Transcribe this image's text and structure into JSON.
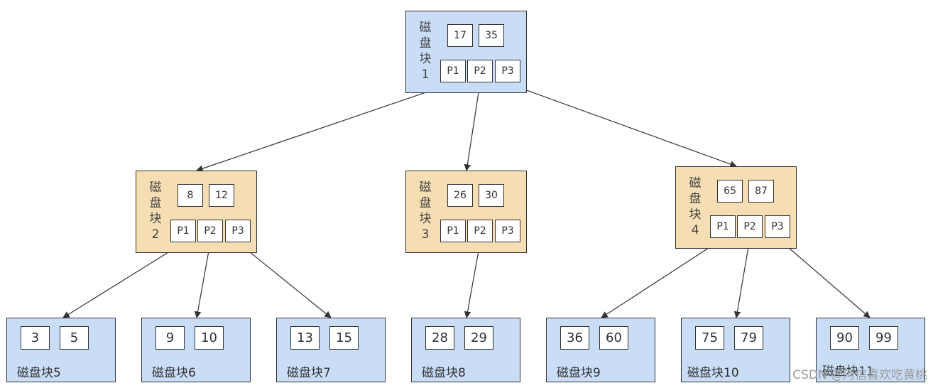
{
  "colors": {
    "internal_fill": "#f5deb3",
    "root_fill": "#c9ddf7",
    "leaf_fill": "#c9ddf7",
    "edge": "#333333"
  },
  "root": {
    "label": "磁盘块1",
    "keys": [
      "17",
      "35"
    ],
    "pointers": [
      "P1",
      "P2",
      "P3"
    ]
  },
  "level2": [
    {
      "label": "磁盘块2",
      "keys": [
        "8",
        "12"
      ],
      "pointers": [
        "P1",
        "P2",
        "P3"
      ]
    },
    {
      "label": "磁盘块3",
      "keys": [
        "26",
        "30"
      ],
      "pointers": [
        "P1",
        "P2",
        "P3"
      ]
    },
    {
      "label": "磁盘块4",
      "keys": [
        "65",
        "87"
      ],
      "pointers": [
        "P1",
        "P2",
        "P3"
      ]
    }
  ],
  "leaves": [
    {
      "label": "磁盘块5",
      "keys": [
        "3",
        "5"
      ]
    },
    {
      "label": "磁盘块6",
      "keys": [
        "9",
        "10"
      ]
    },
    {
      "label": "磁盘块7",
      "keys": [
        "13",
        "15"
      ]
    },
    {
      "label": "磁盘块8",
      "keys": [
        "28",
        "29"
      ]
    },
    {
      "label": "磁盘块9",
      "keys": [
        "36",
        "60"
      ]
    },
    {
      "label": "磁盘块10",
      "keys": [
        "75",
        "79"
      ]
    },
    {
      "label": "磁盘块11",
      "keys": [
        "90",
        "99"
      ]
    }
  ],
  "watermark": "CSDN @阿信喜欢吃黄桃"
}
